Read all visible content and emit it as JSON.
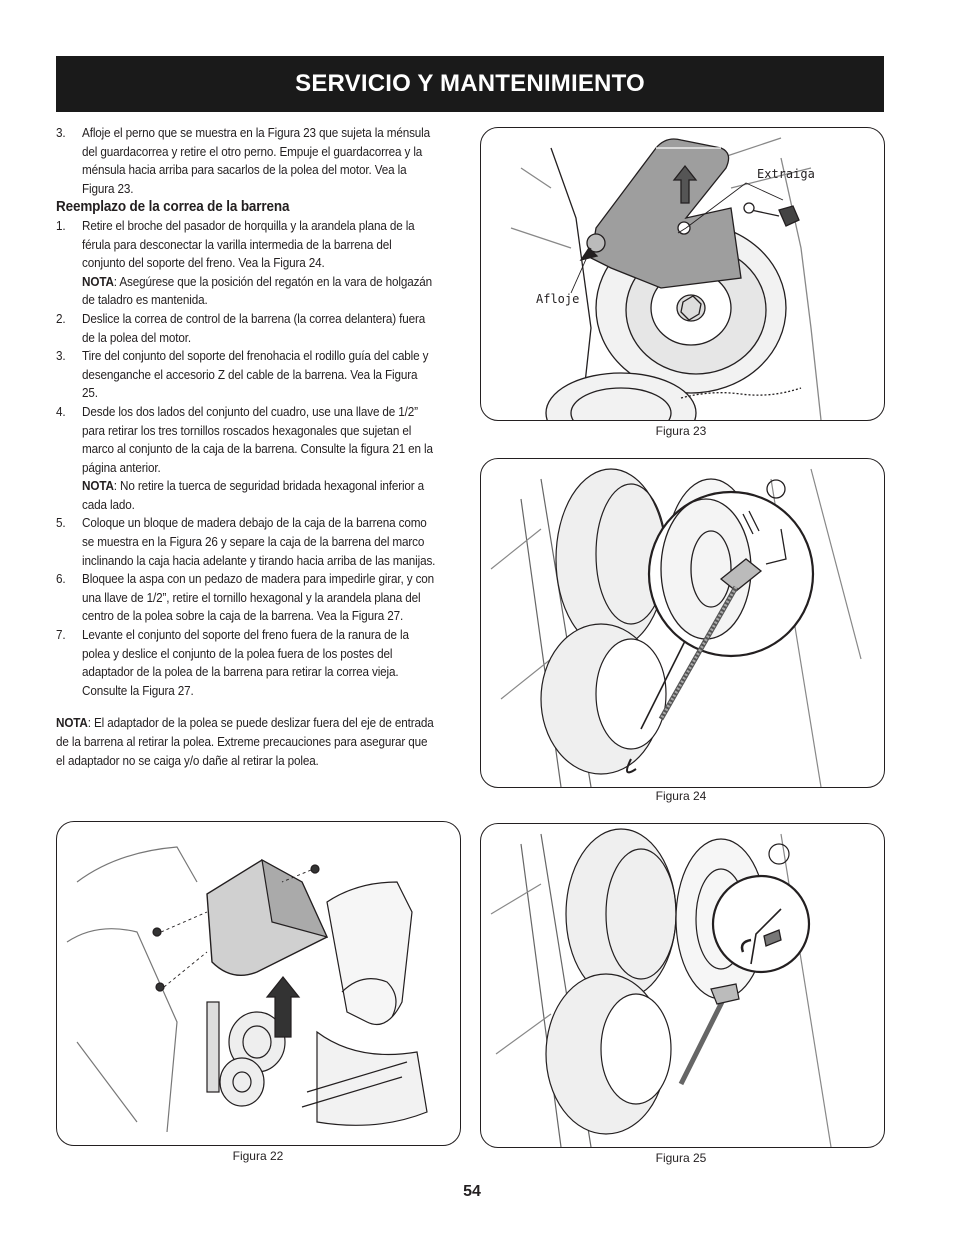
{
  "header": {
    "title": "SERVICIO Y MANTENIMIENTO"
  },
  "intro_step": {
    "number": "3.",
    "text": "Afloje el perno que se muestra en la Figura 23 que sujeta la ménsula del guardacorrea y retire el otro perno. Empuje el guardacorrea y la ménsula hacia arriba para sacarlos de la polea del motor. Vea la Figura 23."
  },
  "section": {
    "heading": "Reemplazo de la correa de la barrena",
    "steps": [
      {
        "number": "1.",
        "text": "Retire el broche del pasador de horquilla y la arandela plana de la férula para desconectar la varilla intermedia de la barrena del conjunto del soporte del freno. Vea la Figura 24.",
        "note_label": "NOTA",
        "note_text": ": Asegúrese que la posición del regatón en la vara de holgazán de taladro es mantenida."
      },
      {
        "number": "2.",
        "text": "Deslice la correa de control de la barrena (la correa delantera) fuera de la polea del motor.",
        "note_label": "",
        "note_text": ""
      },
      {
        "number": "3.",
        "text": "Tire del conjunto del soporte del frenohacia el rodillo guía del cable y desenganche el accesorio Z del cable de la barrena. Vea la Figura 25.",
        "note_label": "",
        "note_text": ""
      },
      {
        "number": "4.",
        "text": "Desde los dos lados del conjunto del cuadro, use una llave de 1/2” para retirar los tres tornillos roscados hexagonales que sujetan el marco al conjunto de la caja de la barrena. Consulte la figura 21 en la página anterior.",
        "note_label": "NOTA",
        "note_text": ": No retire la tuerca de seguridad bridada hexagonal inferior a cada lado."
      },
      {
        "number": "5.",
        "text": "Coloque un bloque de madera debajo de la caja de la barrena como se muestra en la Figura 26 y separe la caja de la barrena del marco inclinando la caja hacia adelante y tirando hacia arriba de las manijas.",
        "note_label": "",
        "note_text": ""
      },
      {
        "number": "6.",
        "text": "Bloquee la aspa con un pedazo de madera para impedirle girar, y con una llave de 1/2”, retire el tornillo hexagonal y la arandela plana del centro de la polea sobre la caja de la barrena. Vea la Figura 27.",
        "note_label": "",
        "note_text": ""
      },
      {
        "number": "7.",
        "text": "Levante el conjunto del soporte del freno fuera de la ranura de la polea y deslice el conjunto de la polea fuera de los postes del adaptador de la polea de la barrena para retirar la correa vieja. Consulte la Figura 27.",
        "note_label": "",
        "note_text": ""
      }
    ],
    "final_note": {
      "label": "NOTA",
      "text": ": El adaptador de la polea se puede deslizar fuera del eje de entrada de la barrena al retirar la polea. Extreme precauciones para asegurar que el adaptador no se caiga y/o dañe al retirar la polea."
    }
  },
  "figures": {
    "fig23": {
      "caption": "Figura 23",
      "label_remove": "Extraiga",
      "label_loosen": "Afloje"
    },
    "fig24": {
      "caption": "Figura 24"
    },
    "fig22": {
      "caption": "Figura 22"
    },
    "fig25": {
      "caption": "Figura 25"
    }
  },
  "page_number": "54"
}
